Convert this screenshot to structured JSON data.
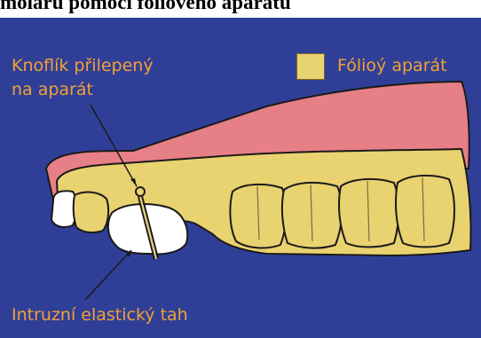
{
  "title": "moláru pomocí fóliového aparátu",
  "labels": {
    "button_line1": "Knoflík přilepený",
    "button_line2": "na aparát",
    "legend": "Fólioý aparát",
    "elastic": "Intruzní elastický tah"
  },
  "colors": {
    "background": "#2f3f98",
    "label_text": "#f3a034",
    "appliance": "#e9d270",
    "gingiva": "#e77f86",
    "tooth": "#ffffff",
    "outline": "#1a1a1a"
  }
}
